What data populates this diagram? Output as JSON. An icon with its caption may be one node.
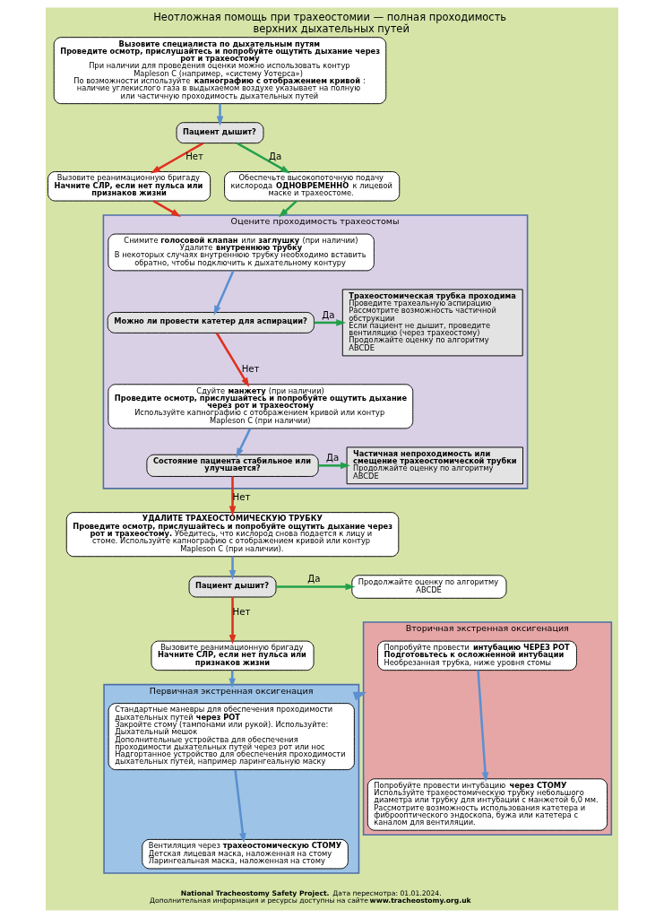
{
  "diagram": {
    "title": "Неотложная помощь при трахеостомии — полная проходимость верхних дыхательных путей",
    "caption": "**National Tracheostomy Safety Project.** Дата пересмотра: 01.01.2024. Дополнительная информация и ресурсы доступны на сайте **www.tracheostomy.org.uk**",
    "nodes": [
      {
        "text": [
          "**Вызовите специалиста по дыхательным путям**",
          "**Проведите осмотр, прислушайтесь и попробуйте ощутить дыхание через рот и трахеостому**",
          "При наличии для проведения оценки можно использовать контур Mapleson C (например, «систему Уотерса»)",
          "По возможности используйте **капнографию с отображением кривой**: наличие углекислого газа в выдыхаемом воздухе указывает на полную или частичную проходимость дыхательных путей"
        ]
      },
      {
        "text": [
          "**Пациент дышит?**"
        ]
      },
      {
        "text": [
          "Вызовите реанимационную бригаду",
          "**Начните СЛР, если нет пульса или признаков жизни**"
        ]
      },
      {
        "text": [
          "Обеспечьте высокопоточную подачу кислорода **ОДНОВРЕМЕННО** к лицевой маске и трахеостоме."
        ]
      },
      {
        "text": [
          "Оцените проходимость трахеостомы"
        ]
      },
      {
        "text": [
          "Снимите **голосовой клапан** или **заглушку** (при наличии)",
          "Удалите **внутреннюю трубку**",
          "В некоторых случаях внутреннюю трубку необходимо вставить обратно, чтобы подключить к дыхательному контуру"
        ],
        "in": 4
      },
      {
        "text": [
          "**Можно ли провести катетер для аспирации?**"
        ],
        "in": 4
      },
      {
        "text": [
          "**Трахеостомическая трубка проходима**",
          "Проведите трахеальную аспирацию",
          "Рассмотрите возможность частичной обструкции",
          "Если пациент не дышит, проведите вентиляцию (через трахеостому)",
          "Продолжайте оценку по алгоритму ABCDE"
        ],
        "in": 4
      },
      {
        "text": [
          "Сдуйте **манжету** (при наличии)",
          "**Проведите осмотр, прислушайтесь и попробуйте ощутить дыхание через рот и трахеостому**",
          "Используйте капнографию с отображением кривой или контур Mapleson C (при наличии)"
        ],
        "in": 4
      },
      {
        "text": [
          "**Состояние пациента стабильное или улучшается?**"
        ],
        "in": 4
      },
      {
        "text": [
          "**Частичная непроходимость или смещение трахеостомической трубки**",
          "Продолжайте оценку по алгоритму ABCDE"
        ],
        "in": 4
      },
      {
        "text": [
          "**УДАЛИТЕ ТРАХЕОСТОМИЧЕСКУЮ ТРУБКУ**",
          "**Проведите осмотр, прислушайтесь и попробуйте ощутить дыхание через рот и трахеостому.** Убедитесь, что кислород снова подается к лицу и стоме. Используйте капнографию с отображением кривой или контур Mapleson C (при наличии)."
        ]
      },
      {
        "text": [
          "**Пациент дышит?**"
        ]
      },
      {
        "text": [
          "Вызовите реанимационную бригаду",
          "**Начните СЛР, если нет пульса или признаков жизни**"
        ]
      },
      {
        "text": [
          "Продолжайте оценку по алгоритму ABCDE"
        ]
      },
      {
        "text": [
          "Первичная экстренная оксигенация"
        ]
      },
      {
        "text": [
          "Стандартные маневры для обеспечения проходимости дыхательных путей **через РОТ**",
          "Закройте стому (тампонами или рукой). Используйте:",
          "Дыхательный мешок",
          "Дополнительные устройства для обеспечения проходимости дыхательных путей через рот или нос",
          "Надгортанное устройство для обеспечения проходимости дыхательных путей, например ларингеальную маску"
        ],
        "in": 15
      },
      {
        "text": [
          "Вентиляция через **трахеостомическую СТОМУ**",
          "Детская лицевая маска, наложенная на стому",
          "Ларингеальная маска, наложенная на стому"
        ],
        "in": 15
      },
      {
        "text": [
          "Вторичная экстренная оксигенация"
        ]
      },
      {
        "text": [
          "Попробуйте провести **интубацию ЧЕРЕЗ РОТ**",
          "**Подготовьтесь к осложненной интубации**",
          "Необрезанная трубка, ниже уровня стомы"
        ],
        "in": 18
      },
      {
        "text": [
          "Попробуйте провести интубацию **через СТОМУ**",
          "Используйте трахеостомическую трубку небольшого диаметра или трубку для интубации с манжетой 6,0 мм.",
          "Рассмотрите возможность использования катетера и фиброоптического эндоскопа, бужа или катетера с каналом для вентиляции."
        ],
        "in": 18
      }
    ],
    "edges": [
      {
        "from": 0,
        "to": 1,
        "arrow": "to"
      },
      {
        "from": 1,
        "to": 2,
        "arrow": "to",
        "label": "Нет",
        "color": "#e0301e"
      },
      {
        "from": 1,
        "to": 3,
        "arrow": "to",
        "label": "Да",
        "color": "#22a04a"
      },
      {
        "from": 2,
        "to": 4,
        "arrow": "to",
        "color": "#e0301e"
      },
      {
        "from": 3,
        "to": 4,
        "arrow": "to",
        "color": "#22a04a"
      },
      {
        "from": 5,
        "to": 6,
        "arrow": "to"
      },
      {
        "from": 6,
        "to": 7,
        "arrow": "to",
        "label": "Да",
        "color": "#22a04a"
      },
      {
        "from": 6,
        "to": 8,
        "arrow": "to",
        "label": "Нет",
        "color": "#e0301e"
      },
      {
        "from": 8,
        "to": 9,
        "arrow": "to"
      },
      {
        "from": 9,
        "to": 10,
        "arrow": "to",
        "label": "Да",
        "color": "#22a04a"
      },
      {
        "from": 9,
        "to": 11,
        "arrow": "to",
        "label": "Нет",
        "color": "#e0301e"
      },
      {
        "from": 11,
        "to": 12,
        "arrow": "to"
      },
      {
        "from": 12,
        "to": 13,
        "arrow": "to",
        "label": "Нет",
        "color": "#e0301e"
      },
      {
        "from": 12,
        "to": 14,
        "arrow": "to",
        "label": "Да",
        "color": "#22a04a"
      },
      {
        "from": 13,
        "to": 15,
        "arrow": "to"
      },
      {
        "from": 16,
        "to": 17,
        "arrow": "to"
      },
      {
        "from": 15,
        "to": 18,
        "arrow": "to"
      },
      {
        "from": 19,
        "to": 20,
        "arrow": "to"
      }
    ]
  }
}
